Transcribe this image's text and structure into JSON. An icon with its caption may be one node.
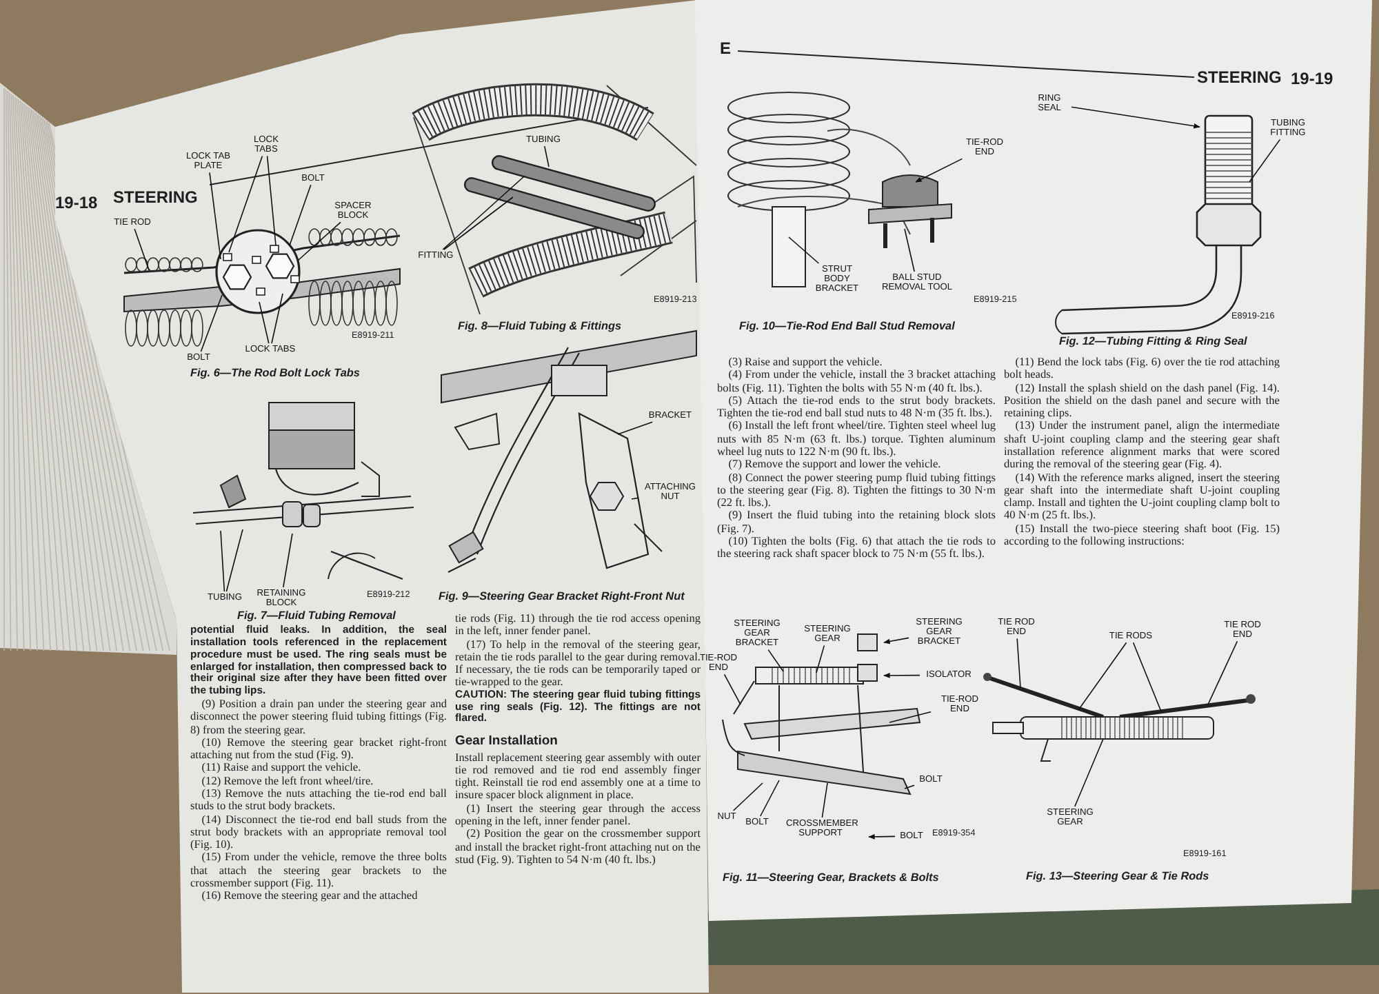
{
  "diagram": {
    "nodes": [
      {
        "text": [
          "LOCK TAB PLATE"
        ]
      },
      {
        "text": [
          "LOCK TABS"
        ]
      },
      {
        "text": [
          "BOLT"
        ]
      },
      {
        "text": [
          "TIE ROD"
        ]
      },
      {
        "text": [
          "SPACER BLOCK"
        ]
      },
      {
        "text": [
          "BOLT"
        ]
      },
      {
        "text": [
          "LOCK TABS"
        ]
      },
      {
        "text": [
          "TUBING"
        ]
      },
      {
        "text": [
          "FITTING"
        ]
      },
      {
        "text": [
          "TUBING"
        ]
      },
      {
        "text": [
          "RETAINING BLOCK"
        ]
      },
      {
        "text": [
          "BRACKET"
        ]
      },
      {
        "text": [
          "ATTACHING NUT"
        ]
      },
      {
        "text": [
          "TIE-ROD END"
        ]
      },
      {
        "text": [
          "STRUT BODY BRACKET"
        ]
      },
      {
        "text": [
          "BALL STUD REMOVAL TOOL"
        ]
      },
      {
        "text": [
          "RING SEAL"
        ]
      },
      {
        "text": [
          "TUBING FITTING"
        ]
      },
      {
        "text": [
          "STEERING GEAR BRACKET"
        ]
      },
      {
        "text": [
          "STEERING GEAR"
        ]
      },
      {
        "text": [
          "STEERING GEAR BRACKET"
        ]
      },
      {
        "text": [
          "TIE-ROD END"
        ]
      },
      {
        "text": [
          "ISOLATOR"
        ]
      },
      {
        "text": [
          "TIE-ROD END"
        ]
      },
      {
        "text": [
          "BOLT"
        ]
      },
      {
        "text": [
          "NUT"
        ]
      },
      {
        "text": [
          "BOLT"
        ]
      },
      {
        "text": [
          "CROSSMEMBER SUPPORT"
        ]
      },
      {
        "text": [
          "BOLT"
        ]
      },
      {
        "text": [
          "TIE ROD END"
        ]
      },
      {
        "text": [
          "TIE RODS"
        ]
      },
      {
        "text": [
          "TIE ROD END"
        ]
      },
      {
        "text": [
          "STEERING GEAR"
        ]
      }
    ],
    "edges": [
      {
        "from": 1,
        "to": null,
        "arrow": "none"
      },
      {
        "from": 1,
        "to": null,
        "arrow": "none"
      },
      {
        "from": 0,
        "to": null,
        "arrow": "none"
      },
      {
        "from": 2,
        "to": null,
        "arrow": "none"
      },
      {
        "from": 3,
        "to": null,
        "arrow": "none"
      },
      {
        "from": 4,
        "to": null,
        "arrow": "none"
      },
      {
        "from": 5,
        "to": null,
        "arrow": "none"
      },
      {
        "from": 6,
        "to": null,
        "arrow": "none"
      },
      {
        "from": 6,
        "to": null,
        "arrow": "none"
      },
      {
        "from": 7,
        "to": null,
        "arrow": "none"
      },
      {
        "from": 8,
        "to": null,
        "arrow": "none"
      },
      {
        "from": 8,
        "to": null,
        "arrow": "none"
      },
      {
        "from": 9,
        "to": null,
        "arrow": "none"
      },
      {
        "from": 9,
        "to": null,
        "arrow": "none"
      },
      {
        "from": 10,
        "to": null,
        "arrow": "none"
      },
      {
        "from": 11,
        "to": null,
        "arrow": "none"
      },
      {
        "from": 12,
        "to": null,
        "arrow": "none"
      },
      {
        "from": 13,
        "to": null,
        "arrow": "to"
      },
      {
        "from": 14,
        "to": null,
        "arrow": "none"
      },
      {
        "from": 15,
        "to": null,
        "arrow": "none"
      },
      {
        "from": 16,
        "to": null,
        "arrow": "to"
      },
      {
        "from": 17,
        "to": null,
        "arrow": "none"
      },
      {
        "from": 18,
        "to": null,
        "arrow": "none"
      },
      {
        "from": 19,
        "to": null,
        "arrow": "none"
      },
      {
        "from": 20,
        "to": null,
        "arrow": "to"
      },
      {
        "from": 21,
        "to": null,
        "arrow": "none"
      },
      {
        "from": 22,
        "to": null,
        "arrow": "to"
      },
      {
        "from": 23,
        "to": null,
        "arrow": "none"
      },
      {
        "from": 24,
        "to": null,
        "arrow": "none"
      },
      {
        "from": 25,
        "to": null,
        "arrow": "none"
      },
      {
        "from": 26,
        "to": null,
        "arrow": "none"
      },
      {
        "from": 27,
        "to": null,
        "arrow": "none"
      },
      {
        "from": 28,
        "to": null,
        "arrow": "to"
      },
      {
        "from": 29,
        "to": null,
        "arrow": "none"
      },
      {
        "from": 30,
        "to": null,
        "arrow": "none"
      },
      {
        "from": 30,
        "to": null,
        "arrow": "none"
      },
      {
        "from": 31,
        "to": null,
        "arrow": "none"
      },
      {
        "from": 32,
        "to": null,
        "arrow": "none"
      }
    ],
    "labels": [
      "19-18",
      "STEERING",
      "E8919-211",
      "Fig. 6—The Rod Bolt Lock Tabs",
      "E8919-213",
      "Fig. 8—Fluid Tubing & Fittings",
      "E8919-212",
      "Fig. 7—Fluid Tubing Removal",
      "Fig. 9—Steering Gear Bracket Right-Front Nut",
      "potential fluid leaks. In addition, the seal installation tools referenced in the replacement procedure must be used. The ring seals must be enlarged for installation, then compressed back to their original size after they have been fitted over the tubing lips.",
      "(9) Position a drain pan under the steering gear and disconnect the power steering fluid tubing fittings (Fig. 8) from the steering gear.",
      "(10) Remove the steering gear bracket right-front attaching nut from the stud (Fig. 9).",
      "(11) Raise and support the vehicle.",
      "(12) Remove the left front wheel/tire.",
      "(13) Remove the nuts attaching the tie-rod end ball studs to the strut body brackets.",
      "(14) Disconnect the tie-rod end ball studs from the strut body brackets with an appropriate removal tool (Fig. 10).",
      "(15) From under the vehicle, remove the three bolts that attach the steering gear brackets to the crossmember support (Fig. 11).",
      "(16) Remove the steering gear and the attached",
      "tie rods (Fig. 11) through the tie rod access opening in the left, inner fender panel.",
      "(17) To help in the removal of the steering gear, retain the tie rods parallel to the gear during removal. If necessary, the tie rods can be temporarily taped or tie-wrapped to the gear.",
      "CAUTION: The steering gear fluid tubing fittings use ring seals (Fig. 12). The fittings are not flared.",
      "Gear Installation",
      "Install replacement steering gear assembly with outer tie rod removed and tie rod end assembly finger tight. Reinstall tie rod end assembly one at a time to insure spacer block alignment in place.",
      "(1) Insert the steering gear through the access opening in the left, inner fender panel.",
      "(2) Position the gear on the crossmember support and install the bracket right-front attaching nut on the stud (Fig. 9). Tighten to 54 N·m (40 ft. lbs.)",
      "E",
      "STEERING",
      "19-19",
      "E8919-215",
      "Fig. 10—Tie-Rod End Ball Stud Removal",
      "E8919-216",
      "Fig. 12—Tubing Fitting & Ring Seal",
      "(3) Raise and support the vehicle.",
      "(4) From under the vehicle, install the 3 bracket attaching bolts (Fig. 11). Tighten the bolts with 55 N·m (40 ft. lbs.).",
      "(5) Attach the tie-rod ends to the strut body brackets. Tighten the tie-rod end ball stud nuts to 48 N·m (35 ft. lbs.).",
      "(6) Install the left front wheel/tire. Tighten steel wheel lug nuts with 85 N·m (63 ft. lbs.) torque. Tighten aluminum wheel lug nuts to 122 N·m (90 ft. lbs.).",
      "(7) Remove the support and lower the vehicle.",
      "(8) Connect the power steering pump fluid tubing fittings to the steering gear (Fig. 8). Tighten the fittings to 30 N·m (22 ft. lbs.).",
      "(9) Insert the fluid tubing into the retaining block slots (Fig. 7).",
      "(10) Tighten the bolts (Fig. 6) that attach the tie rods to the steering rack shaft spacer block to 75 N·m (55 ft. lbs.).",
      "(11) Bend the lock tabs (Fig. 6) over the tie rod attaching bolt heads.",
      "(12) Install the splash shield on the dash panel (Fig. 14). Position the shield on the dash panel and secure with the retaining clips.",
      "(13) Under the instrument panel, align the intermediate shaft U-joint coupling clamp and the steering gear shaft installation reference alignment marks that were scored during the removal of the steering gear (Fig. 4).",
      "(14) With the reference marks aligned, insert the steering gear shaft into the intermediate shaft U-joint coupling clamp. Install and tighten the U-joint coupling clamp bolt to 40 N·m (25 ft. lbs.).",
      "(15) Install the two-piece steering shaft boot (Fig. 15) according to the following instructions:",
      "E8919-354",
      "Fig. 11—Steering Gear, Brackets & Bolts",
      "E8919-161",
      "Fig. 13—Steering Gear & Tie Rods"
    ]
  }
}
